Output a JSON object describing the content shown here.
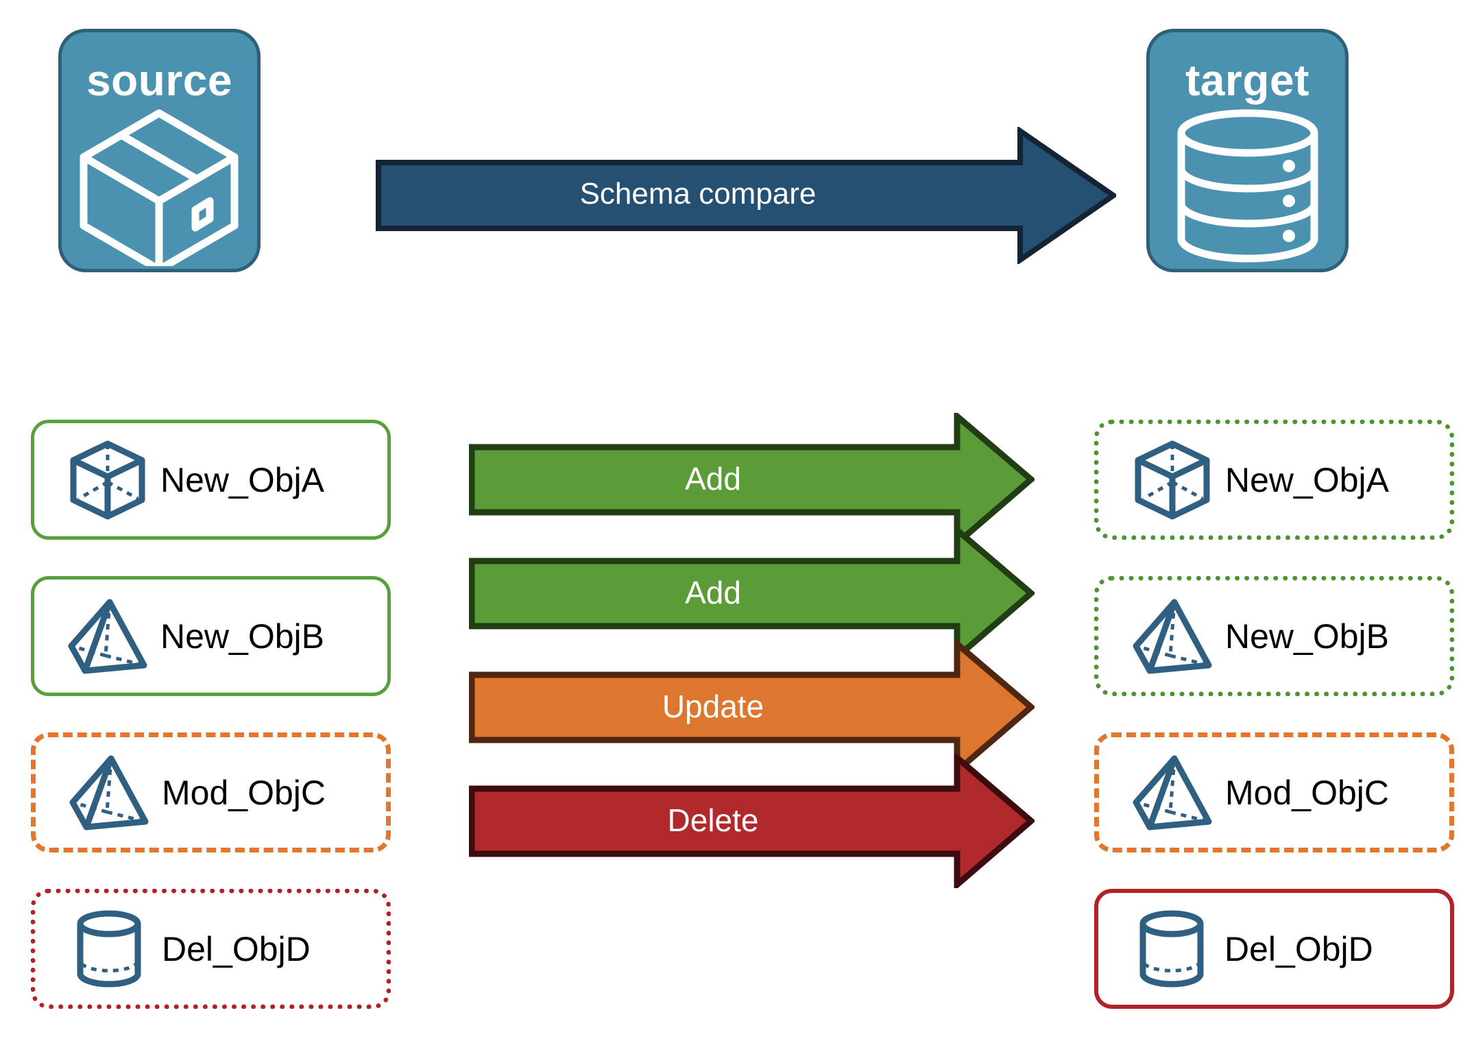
{
  "diagram": {
    "title_source": "source",
    "title_target": "target",
    "compare_arrow_label": "Schema compare"
  },
  "colors": {
    "card_fill": "#4a92b0",
    "card_border": "#2f6079",
    "compare_arrow_fill": "#255072",
    "compare_arrow_border": "#152435",
    "add_fill": "#5b9b38",
    "add_border": "#213d13",
    "update_fill": "#dd7730",
    "update_border": "#4f2611",
    "delete_fill": "#b02a2c",
    "delete_border": "#3c0c0e",
    "object_icon": "#2f5f81",
    "green": "#57a03c",
    "orange": "#e1762c",
    "red": "#b22327"
  },
  "endpoints": {
    "source": {
      "label": "source",
      "icon": "package-box-icon"
    },
    "target": {
      "label": "target",
      "icon": "database-cylinder-icon"
    }
  },
  "rows": [
    {
      "source_label": "New_ObjA",
      "source_icon": "wireframe-cube-icon",
      "source_border_style": "solid-green",
      "action_label": "Add",
      "action_kind": "add",
      "target_label": "New_ObjA",
      "target_icon": "wireframe-cube-icon",
      "target_border_style": "dotted-green"
    },
    {
      "source_label": "New_ObjB",
      "source_icon": "wireframe-pyramid-icon",
      "source_border_style": "solid-green",
      "action_label": "Add",
      "action_kind": "add",
      "target_label": "New_ObjB",
      "target_icon": "wireframe-pyramid-icon",
      "target_border_style": "dotted-green"
    },
    {
      "source_label": "Mod_ObjC",
      "source_icon": "wireframe-pyramid-icon",
      "source_border_style": "dashed-orange",
      "action_label": "Update",
      "action_kind": "update",
      "target_label": "Mod_ObjC",
      "target_icon": "wireframe-pyramid-icon",
      "target_border_style": "dashed-orange"
    },
    {
      "source_label": "Del_ObjD",
      "source_icon": "wireframe-cylinder-icon",
      "source_border_style": "dotted-red",
      "action_label": "Delete",
      "action_kind": "delete",
      "target_label": "Del_ObjD",
      "target_icon": "wireframe-cylinder-icon",
      "target_border_style": "solid-red"
    }
  ]
}
